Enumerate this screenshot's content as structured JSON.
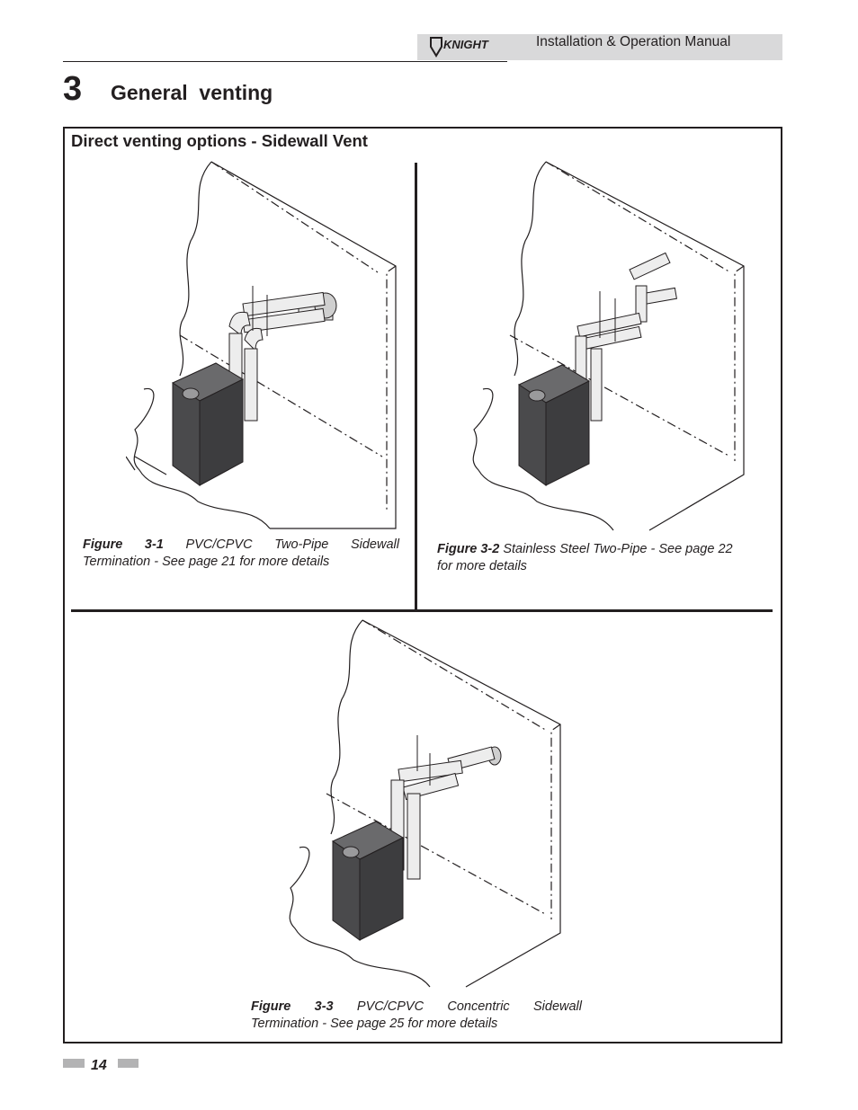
{
  "header": {
    "logo_text": "KNIGHT",
    "manual_title": "Installation & Operation Manual"
  },
  "chapter": {
    "number": "3",
    "title": "General  venting"
  },
  "section": {
    "title": "Direct venting options - Sidewall Vent"
  },
  "figures": [
    {
      "label": "Figure",
      "number": "3-1",
      "line1_words": [
        "PVC/CPVC",
        "Two-Pipe",
        "Sidewall"
      ],
      "line2": "Termination - See page 21 for more details",
      "pipe_type": "two-pipe-pvc"
    },
    {
      "label": "Figure",
      "number": "3-2",
      "line1_text": "Stainless Steel Two-Pipe - See page 22",
      "line2": "for more details",
      "pipe_type": "two-pipe-stainless"
    },
    {
      "label": "Figure",
      "number": "3-3",
      "line1_words": [
        "PVC/CPVC",
        "Concentric",
        "Sidewall"
      ],
      "line2": "Termination - See page 25 for more details",
      "pipe_type": "concentric"
    }
  ],
  "footer": {
    "page_number": "14"
  },
  "colors": {
    "text": "#231f20",
    "header_band": "#d9d9da",
    "boiler_body": "#4a4a4c",
    "page_bar": "#b3b3b4"
  }
}
